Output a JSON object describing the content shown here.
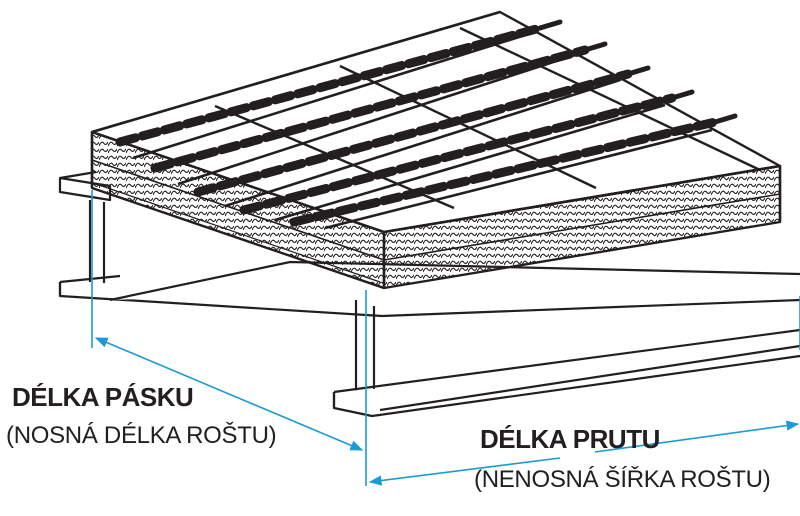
{
  "labels": {
    "bearing_bar_title": "DÉLKA PÁSKU",
    "bearing_bar_subtitle": "(NOSNÁ DÉLKA ROŠTU)",
    "cross_rod_title": "DÉLKA PRUTU",
    "cross_rod_subtitle": "(NENOSNÁ ŠÍŘKA ROŠTU)"
  },
  "colors": {
    "line": "#231f20",
    "dimension": "#1a9ad6",
    "background": "#ffffff"
  }
}
